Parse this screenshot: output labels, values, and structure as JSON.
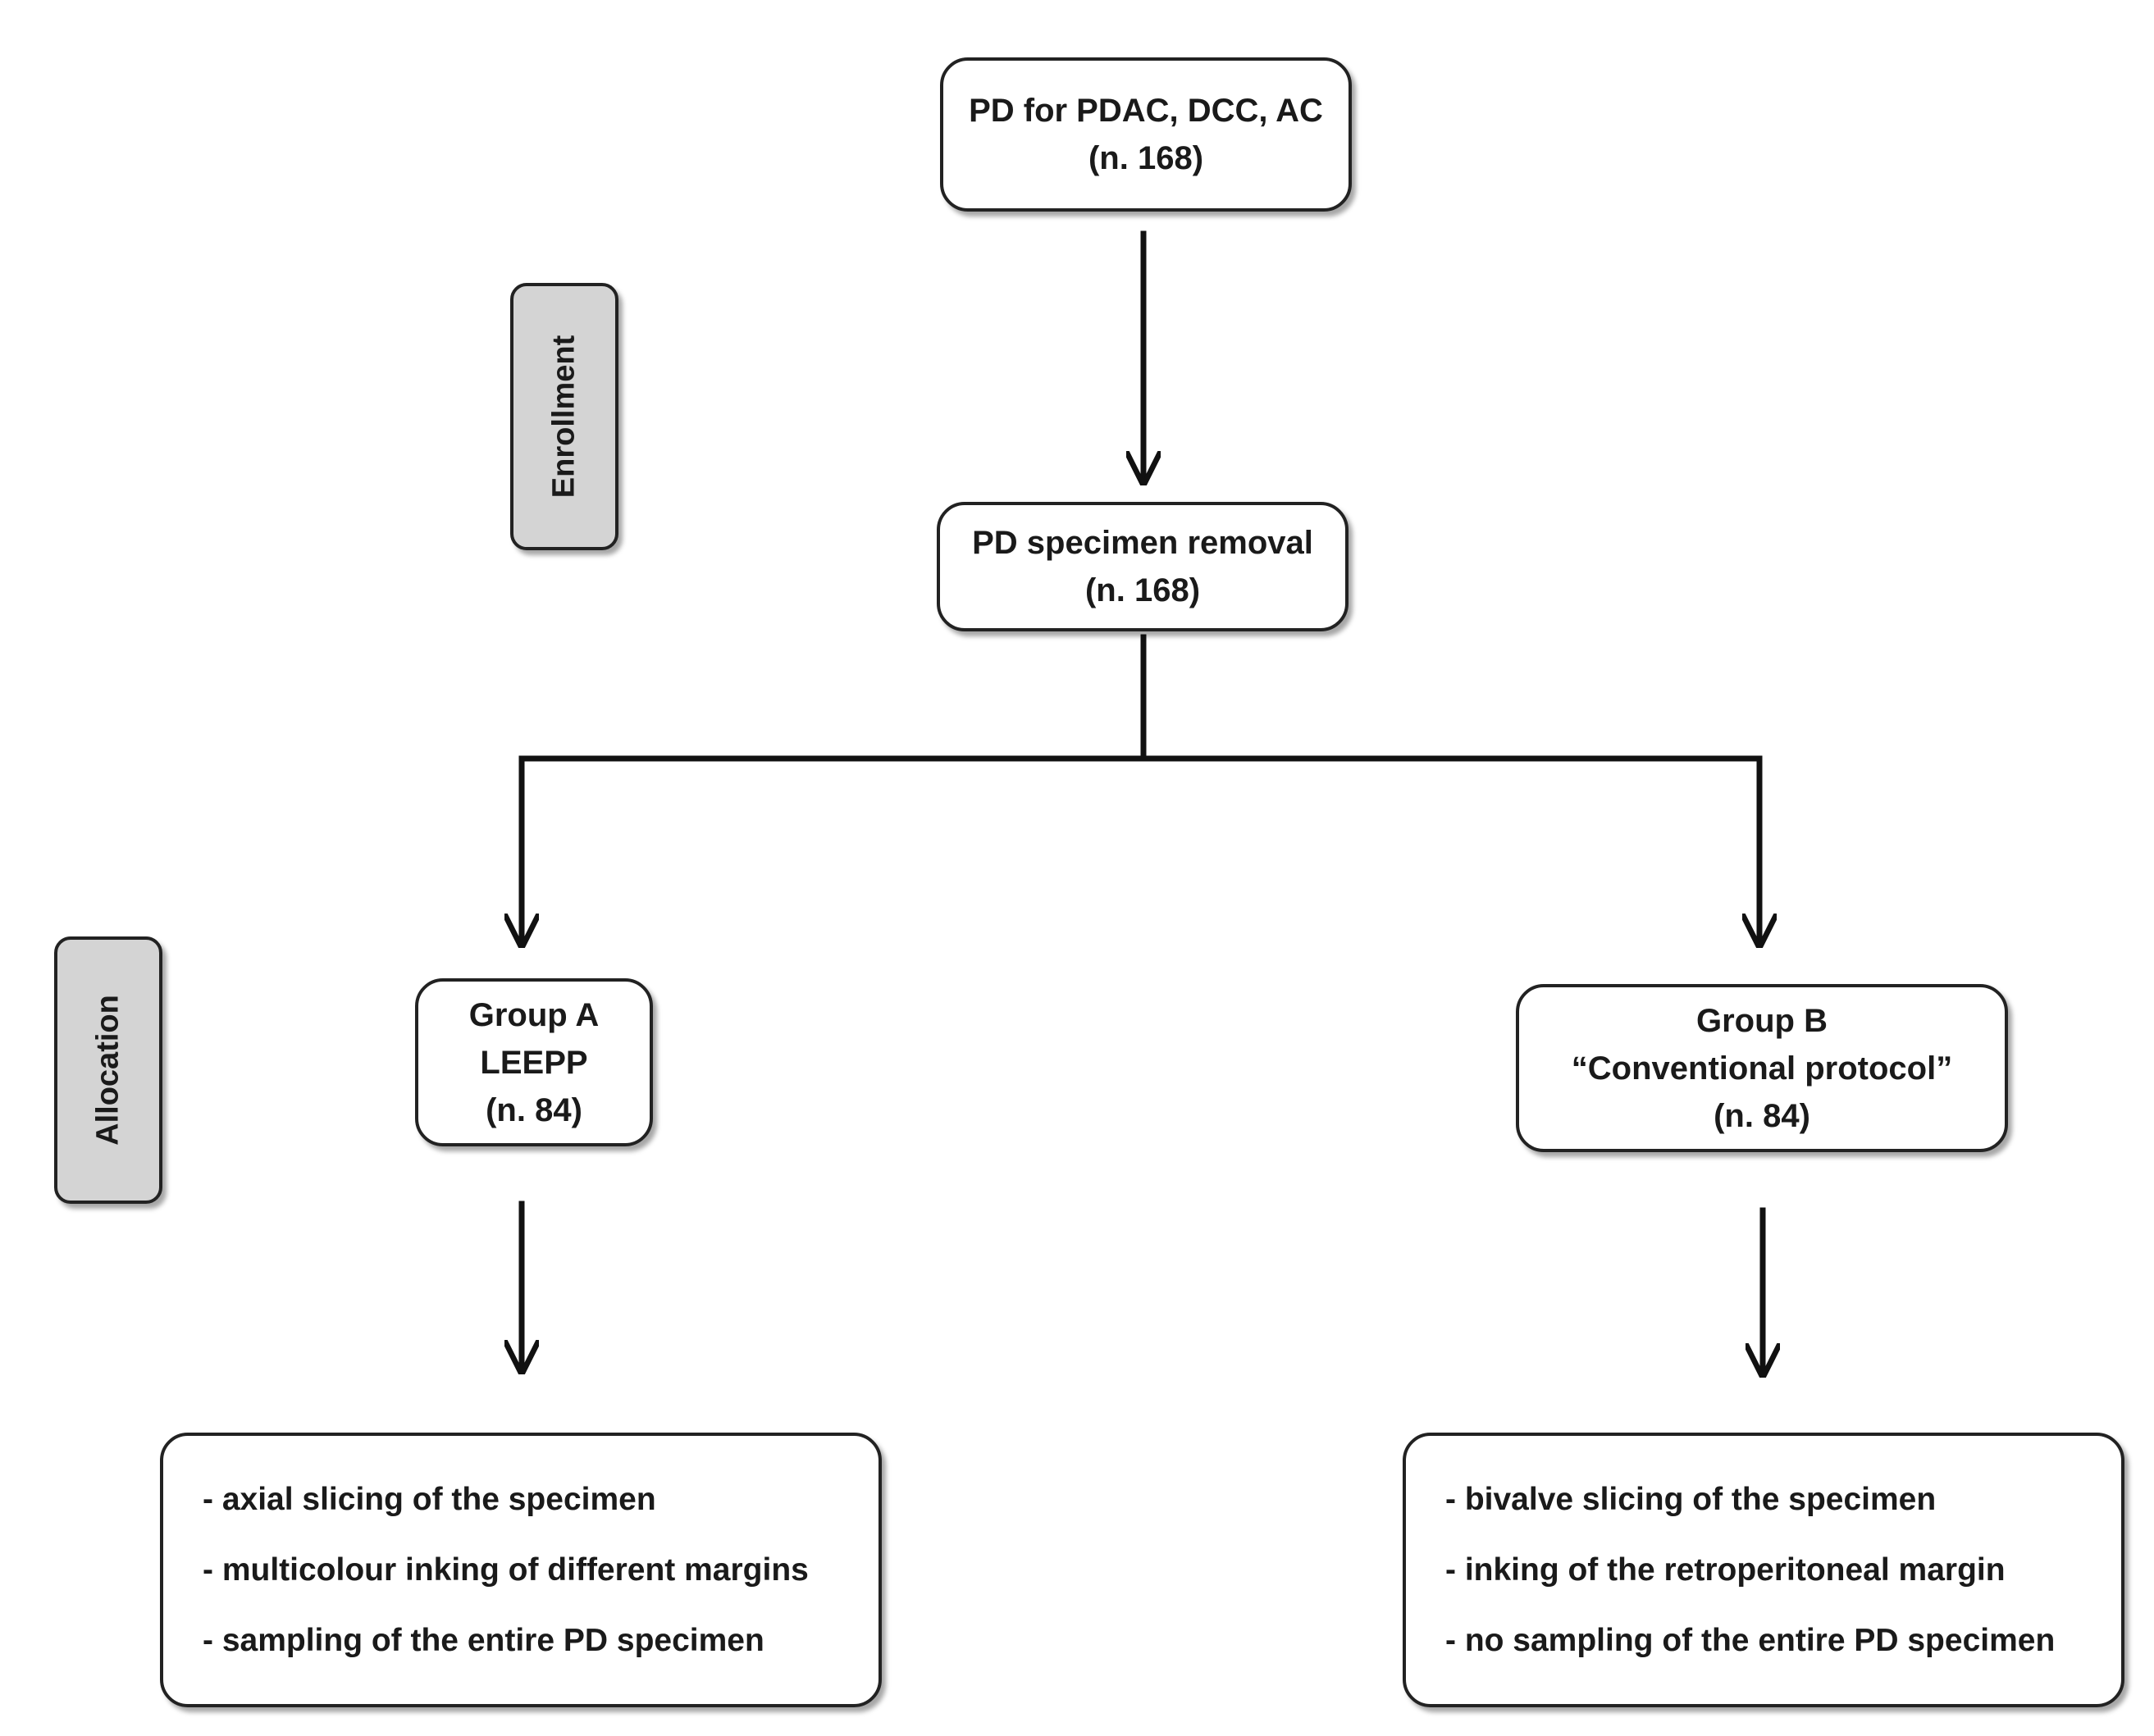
{
  "nodes": {
    "start": {
      "line1": "PD for PDAC, DCC, AC",
      "line2": "(n. 168)"
    },
    "removal": {
      "line1": "PD specimen removal",
      "line2": "(n. 168)"
    },
    "group_a": {
      "line1": "Group A",
      "line2": "LEEPP",
      "line3": "(n. 84)"
    },
    "group_b": {
      "line1": "Group B",
      "line2": "“Conventional protocol”",
      "line3": "(n. 84)"
    }
  },
  "stages": {
    "enrollment": "Enrollment",
    "allocation": "Allocation"
  },
  "protocols": {
    "group_a": [
      "- axial slicing of the specimen",
      "- multicolour inking of different margins",
      "- sampling of the entire PD specimen"
    ],
    "group_b": [
      "- bivalve slicing of the specimen",
      "- inking of the retroperitoneal margin",
      "- no sampling of the entire PD specimen"
    ]
  }
}
